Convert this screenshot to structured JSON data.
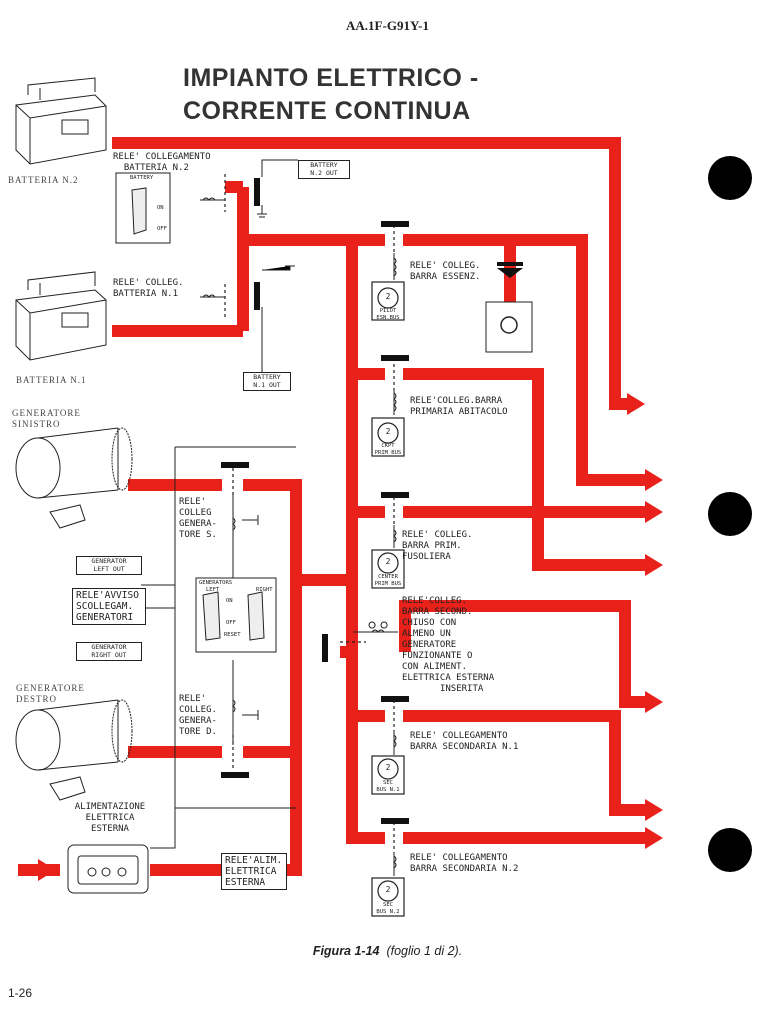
{
  "header": {
    "doc_code": "AA.1F-G91Y-1"
  },
  "title": {
    "line1": "IMPIANTO ELETTRICO -",
    "line2": "CORRENTE CONTINUA"
  },
  "components": {
    "battery2": "BATTERIA N.2",
    "battery1": "BATTERIA N.1",
    "gen_left": [
      "GENERATORE",
      "SINISTRO"
    ],
    "gen_right": [
      "GENERATORE",
      "DESTRO"
    ],
    "ext_power": [
      "ALIMENTAZIONE",
      "ELETTRICA",
      "ESTERNA"
    ]
  },
  "relays": {
    "batt2": [
      "RELE' COLLEGAMENTO",
      "BATTERIA N.2"
    ],
    "batt1": [
      "RELE' COLLEG.",
      "BATTERIA N.1"
    ],
    "essential": [
      "RELE' COLLEG.",
      "BARRA ESSENZ."
    ],
    "cockpit": [
      "RELE'COLLEG.BARRA",
      "PRIMARIA ABITACOLO"
    ],
    "fuselage": [
      "RELE' COLLEG.",
      "BARRA PRIM.",
      "FUSOLIERA"
    ],
    "secondary": [
      "RELE'COLLEG.",
      "BARRA SECOND.",
      "CHIUSO CON",
      "ALMENO UN",
      "GENERATORE",
      "FUNZIONANTE O",
      "CON ALIMENT.",
      "ELETTRICA ESTERNA",
      "INSERITA"
    ],
    "sec1": [
      "RELE' COLLEGAMENTO",
      "BARRA SECONDARIA N.1"
    ],
    "sec2": [
      "RELE' COLLEGAMENTO",
      "BARRA SECONDARIA N.2"
    ],
    "gen_s": [
      "RELE'",
      "COLLEG",
      "GENERA-",
      "TORE S."
    ],
    "gen_d": [
      "RELE'",
      "COLLEG.",
      "GENERA-",
      "TORE D."
    ]
  },
  "indicators": {
    "battery_n2_out": [
      "BATTERY",
      "N.2 OUT"
    ],
    "battery_n1_out": [
      "BATTERY",
      "N.1 OUT"
    ],
    "generator_left_out": [
      "GENERATOR",
      "LEFT OUT"
    ],
    "generator_right_out": [
      "GENERATOR",
      "RIGHT OUT"
    ]
  },
  "boxes": {
    "warning": [
      "RELE'AVVISO",
      "SCOLLEGAM.",
      "GENERATORI"
    ],
    "ext_relay": [
      "RELE'ALIM.",
      "ELETTRICA",
      "ESTERNA"
    ]
  },
  "switch_labels": {
    "battery_switch": {
      "top": "BATTERY",
      "on": "ON",
      "off": "OFF"
    },
    "generators_switch": {
      "title": "GENERATORS",
      "left": "LEFT",
      "right": "RIGHT",
      "on": "ON",
      "off": "OFF",
      "reset": "RESET"
    }
  },
  "gauges": {
    "pilot_esn": [
      "PILOT",
      "ESN.BUS"
    ],
    "ckpt_prim": [
      "CKPT",
      "PRIM BUS"
    ],
    "center_prim": [
      "CENTER",
      "PRIM BUS"
    ],
    "sec_bus1": [
      "SEC",
      "BUS N.1"
    ],
    "sec_bus2": [
      "SEC",
      "BUS N.2"
    ],
    "gauge_number": "2"
  },
  "caption": {
    "figure": "Figura 1-14",
    "sheet": "(foglio 1 di 2)."
  },
  "page_number": "1-26",
  "colors": {
    "bus_red": "#e8211b",
    "ink": "#222222",
    "paper": "#ffffff"
  }
}
